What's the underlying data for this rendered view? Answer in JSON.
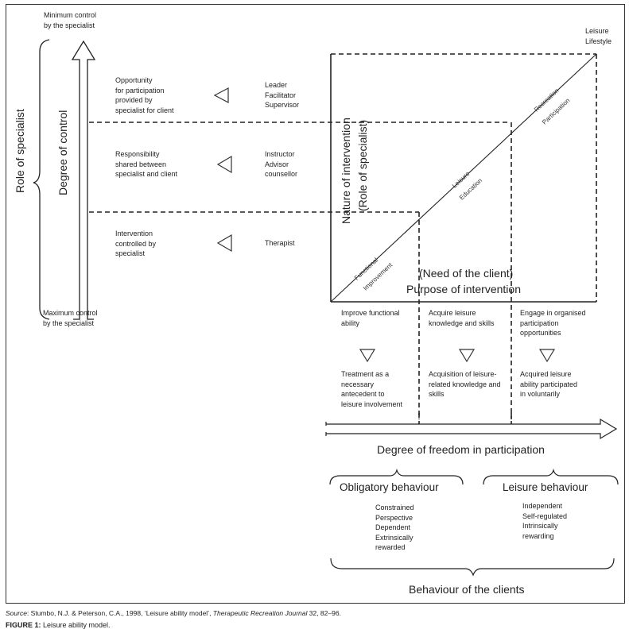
{
  "figure": {
    "top_left_label": "Minimum control\nby the specialist",
    "bottom_left_label": "Maximum control\nby the specialist",
    "top_right_label": "Leisure\nLifestyle",
    "role_of_specialist": "Role of specialist",
    "degree_of_control": "Degree of control",
    "nature_of_intervention": "Nature of intervention",
    "role_of_specialist_paren": "(Role of specialist)",
    "need_of_client": "(Need of the client)",
    "purpose_of_intervention": "Purpose of intervention",
    "levels": [
      {
        "description": "Opportunity\nfor participation\nprovided by\nspecialist for client",
        "roles": "Leader\nFacilitator\nSupervisor"
      },
      {
        "description": "Responsibility\nshared between\nspecialist and client",
        "roles": "Instructor\nAdvisor\ncounsellor"
      },
      {
        "description": "Intervention\ncontrolled by\nspecialist",
        "roles": "Therapist"
      }
    ],
    "diagonal_labels": [
      {
        "above": "Functional",
        "below": "Improvement"
      },
      {
        "above": "Leisure",
        "below": "Education"
      },
      {
        "above": "Recreation",
        "below": "Participation"
      }
    ],
    "columns": [
      {
        "goal": "Improve functional\nability",
        "outcome": "Treatment as a\nnecessary\nantecedent to\nleisure involvement"
      },
      {
        "goal": "Acquire leisure\nknowledge and skills",
        "outcome": "Acquisition of leisure-\nrelated knowledge and\nskills"
      },
      {
        "goal": "Engage in organised\nparticipation\nopportunities",
        "outcome": "Acquired leisure\nability participated\nin voluntarily"
      }
    ],
    "freedom_label": "Degree of freedom in participation",
    "obligatory": {
      "title": "Obligatory behaviour",
      "traits": "Constrained\nPerspective\nDependent\nExtrinsically\nrewarded"
    },
    "leisure": {
      "title": "Leisure behaviour",
      "traits": "Independent\nSelf-regulated\nIntrinsically\nrewarding"
    },
    "behaviour_label": "Behaviour of the clients"
  },
  "caption": {
    "source_prefix": "Source",
    "source_text": ": Stumbo, N.J. & Peterson, C.A., 1998, ‘Leisure ability model’, ",
    "journal": "Therapeutic Recreation Journal",
    "source_suffix": " 32, 82–96.",
    "figure_label": "FIGURE 1:",
    "figure_title": " Leisure ability model."
  }
}
